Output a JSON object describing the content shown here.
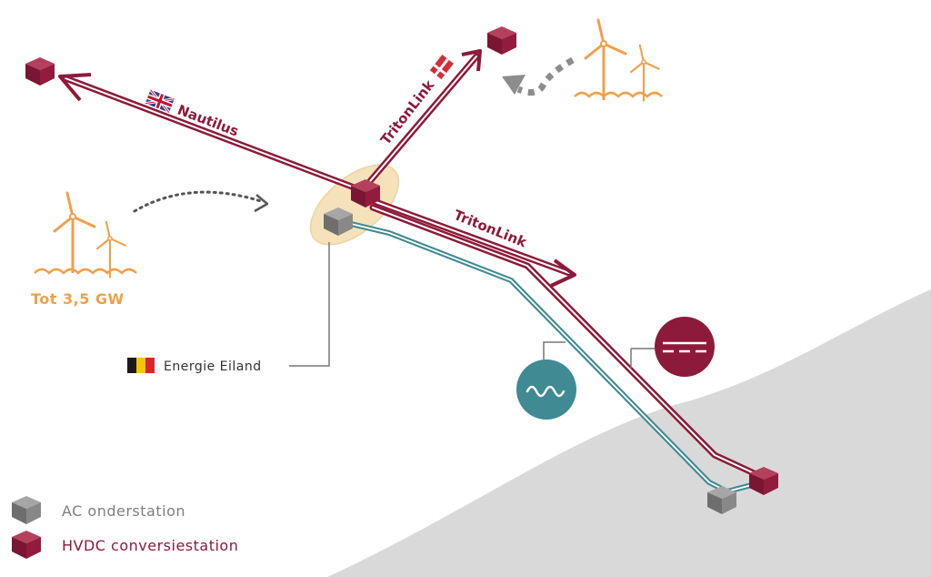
{
  "colors": {
    "hvdc": "#8d1a3a",
    "ac": "#3f8a93",
    "hub": "#f5e1b8",
    "turbine": "#f0a04b",
    "land": "#d9d9d9",
    "arrow_gray": "#8c8c8c"
  },
  "cables": {
    "nautilus": "Nautilus",
    "tritonlink_north": "TritonLink",
    "tritonlink_east": "TritonLink"
  },
  "flags": {
    "nautilus": "uk-flag-icon",
    "tritonlink_north": "denmark-flag-icon",
    "energy_island": "belgium-flag-icon"
  },
  "wind_farm": {
    "capacity": "Tot 3,5 GW"
  },
  "energy_island": {
    "label": "Energie Eiland"
  },
  "symbols": {
    "dc": "dc-symbol-icon",
    "ac": "ac-symbol-icon"
  },
  "legend": {
    "items": [
      {
        "label": "AC onderstation",
        "icon": "ac-substation-cube-icon",
        "color": "#7f7f7f"
      },
      {
        "label": "HVDC conversiestation",
        "icon": "hvdc-converter-cube-icon",
        "color": "#8d1a3a"
      }
    ]
  }
}
